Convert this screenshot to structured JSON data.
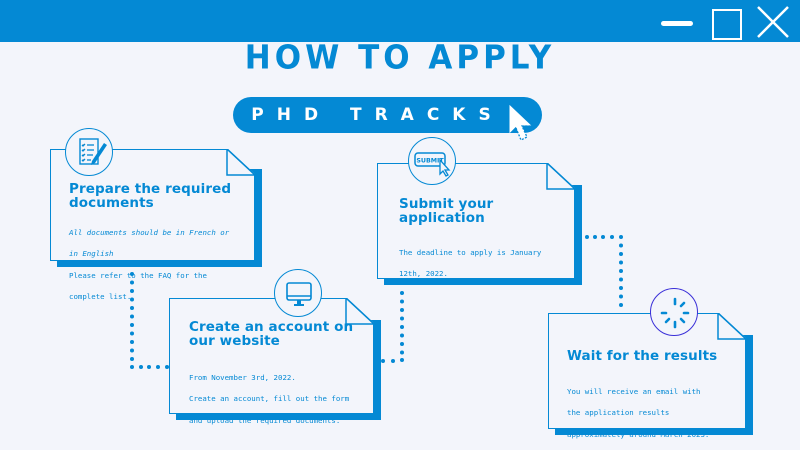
{
  "window": {
    "controls": [
      {
        "name": "minimize",
        "icon": "minimize-icon"
      },
      {
        "name": "maximize",
        "icon": "maximize-icon"
      },
      {
        "name": "close",
        "icon": "close-icon"
      }
    ]
  },
  "header": {
    "title": "HOW TO APPLY",
    "subtitle_button": "PHD TRACKS"
  },
  "colors": {
    "accent": "#0489d4",
    "background": "#f3f5fb",
    "loader_ring": "#3a2fd8",
    "white": "#ffffff"
  },
  "steps": [
    {
      "icon": "document-checklist-icon",
      "title": "Prepare the required documents",
      "title_lines": [
        "Prepare the required",
        "documents"
      ],
      "note": "All documents should be in French or in English",
      "note_lines": [
        "All documents should be in French or",
        "in English"
      ],
      "text_lines": [
        "Please refer to the FAQ for the",
        "complete list."
      ]
    },
    {
      "icon": "computer-monitor-icon",
      "title": "Create an account on our website",
      "title_lines": [
        "Create an account on",
        "our website"
      ],
      "text_lines": [
        "From November 3rd, 2022.",
        "Create an account, fill out the form",
        "and upload the required documents."
      ]
    },
    {
      "icon": "submit-button-icon",
      "icon_label": "SUBMIT",
      "title": "Submit your application",
      "title_lines": [
        "Submit your",
        "application"
      ],
      "text_lines": [
        "The deadline to apply is January",
        "12th, 2022."
      ]
    },
    {
      "icon": "loading-spinner-icon",
      "title": "Wait for the results",
      "title_lines": [
        "Wait for the results"
      ],
      "text_lines": [
        "You will receive an email with",
        "the application results",
        "approximately around March 2023."
      ]
    }
  ]
}
